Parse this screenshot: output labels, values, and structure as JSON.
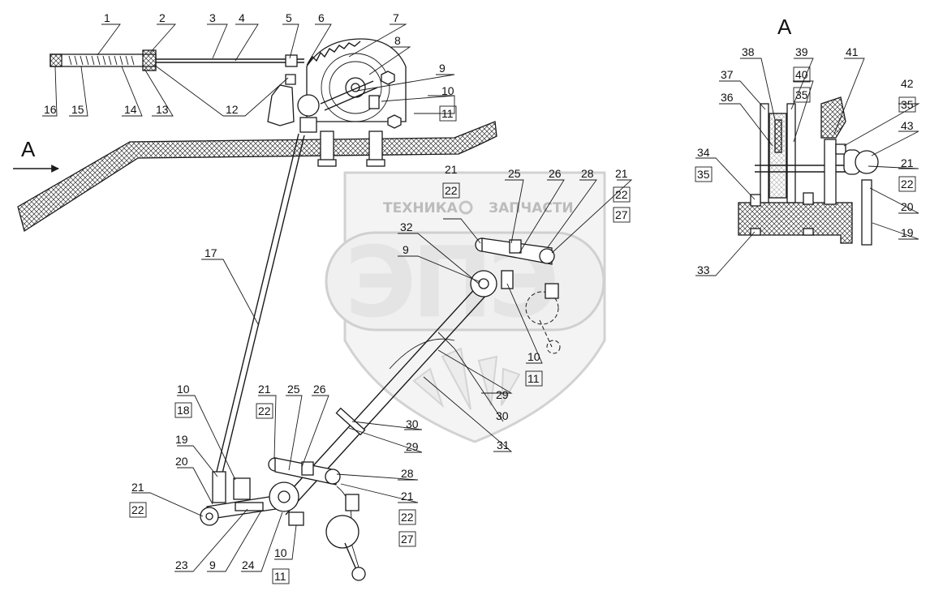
{
  "view_label": "A",
  "arrow_label": "A",
  "watermark": {
    "left_text": "ТЕХНИКА",
    "right_text": "ЗАПЧАСТИ",
    "logo": "ЭПЭ"
  },
  "labels": [
    {
      "id": "l1",
      "t": "1"
    },
    {
      "id": "l2",
      "t": "2"
    },
    {
      "id": "l3",
      "t": "3"
    },
    {
      "id": "l4",
      "t": "4"
    },
    {
      "id": "l5",
      "t": "5"
    },
    {
      "id": "l6",
      "t": "6"
    },
    {
      "id": "l7",
      "t": "7"
    },
    {
      "id": "l8",
      "t": "8"
    },
    {
      "id": "l9a",
      "t": "9"
    },
    {
      "id": "l10a",
      "t": "10"
    },
    {
      "id": "l11a",
      "t": "11"
    },
    {
      "id": "l12",
      "t": "12"
    },
    {
      "id": "l16",
      "t": "16"
    },
    {
      "id": "l15",
      "t": "15"
    },
    {
      "id": "l14",
      "t": "14"
    },
    {
      "id": "l13",
      "t": "13"
    },
    {
      "id": "l17",
      "t": "17"
    },
    {
      "id": "l21a",
      "t": "21"
    },
    {
      "id": "l22a",
      "t": "22"
    },
    {
      "id": "l25a",
      "t": "25"
    },
    {
      "id": "l26a",
      "t": "26"
    },
    {
      "id": "l28a",
      "t": "28"
    },
    {
      "id": "l21b",
      "t": "21"
    },
    {
      "id": "l22b",
      "t": "22"
    },
    {
      "id": "l27a",
      "t": "27"
    },
    {
      "id": "l32",
      "t": "32"
    },
    {
      "id": "l9b",
      "t": "9"
    },
    {
      "id": "l10b",
      "t": "10"
    },
    {
      "id": "l11b",
      "t": "11"
    },
    {
      "id": "l29a",
      "t": "29"
    },
    {
      "id": "l30a",
      "t": "30"
    },
    {
      "id": "l30b",
      "t": "30"
    },
    {
      "id": "l29b",
      "t": "29"
    },
    {
      "id": "l31",
      "t": "31"
    },
    {
      "id": "l10c",
      "t": "10"
    },
    {
      "id": "l18",
      "t": "18"
    },
    {
      "id": "l19a",
      "t": "19"
    },
    {
      "id": "l20a",
      "t": "20"
    },
    {
      "id": "l21c",
      "t": "21"
    },
    {
      "id": "l22c",
      "t": "22"
    },
    {
      "id": "l21d",
      "t": "21"
    },
    {
      "id": "l22d",
      "t": "22"
    },
    {
      "id": "l25b",
      "t": "25"
    },
    {
      "id": "l26b",
      "t": "26"
    },
    {
      "id": "l28b",
      "t": "28"
    },
    {
      "id": "l21e",
      "t": "21"
    },
    {
      "id": "l22e",
      "t": "22"
    },
    {
      "id": "l27b",
      "t": "27"
    },
    {
      "id": "l23",
      "t": "23"
    },
    {
      "id": "l9c",
      "t": "9"
    },
    {
      "id": "l24",
      "t": "24"
    },
    {
      "id": "l10d",
      "t": "10"
    },
    {
      "id": "l11c",
      "t": "11"
    },
    {
      "id": "l38",
      "t": "38"
    },
    {
      "id": "l39",
      "t": "39"
    },
    {
      "id": "l40",
      "t": "40"
    },
    {
      "id": "l35a",
      "t": "35"
    },
    {
      "id": "l41",
      "t": "41"
    },
    {
      "id": "l37",
      "t": "37"
    },
    {
      "id": "l36",
      "t": "36"
    },
    {
      "id": "l42",
      "t": "42"
    },
    {
      "id": "l35b",
      "t": "35"
    },
    {
      "id": "l43",
      "t": "43"
    },
    {
      "id": "l34",
      "t": "34"
    },
    {
      "id": "l35c",
      "t": "35"
    },
    {
      "id": "l21f",
      "t": "21"
    },
    {
      "id": "l22f",
      "t": "22"
    },
    {
      "id": "l20b",
      "t": "20"
    },
    {
      "id": "l19b",
      "t": "19"
    },
    {
      "id": "l33",
      "t": "33"
    }
  ]
}
